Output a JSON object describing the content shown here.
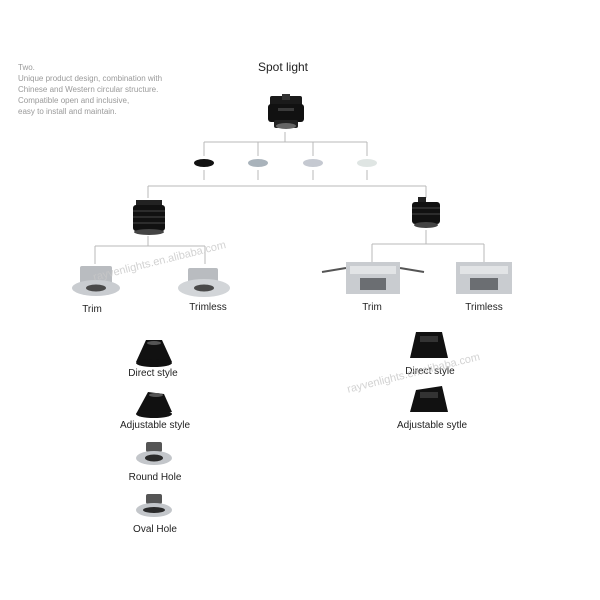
{
  "intro": {
    "lines": [
      "Two.",
      "Unique product design, combination with",
      "Chinese and Western circular structure.",
      "Compatible open and inclusive,",
      "easy to install and maintain."
    ]
  },
  "title": "Spot light",
  "left": {
    "trim": "Trim",
    "trimless": "Trimless",
    "styles": [
      "Direct style",
      "Adjustable style",
      "Round Hole",
      "Oval Hole"
    ]
  },
  "right": {
    "trim": "Trim",
    "trimless": "Trimless",
    "styles": [
      "Direct style",
      "Adjustable sytle"
    ]
  },
  "watermark": "rayvenlights.en.alibaba.com",
  "colors": {
    "lens": [
      "#111111",
      "#a9b3bb",
      "#c5c9d1",
      "#dfe5e3"
    ],
    "line": "#b8b8b8",
    "text_light": "#9a9a9a"
  }
}
